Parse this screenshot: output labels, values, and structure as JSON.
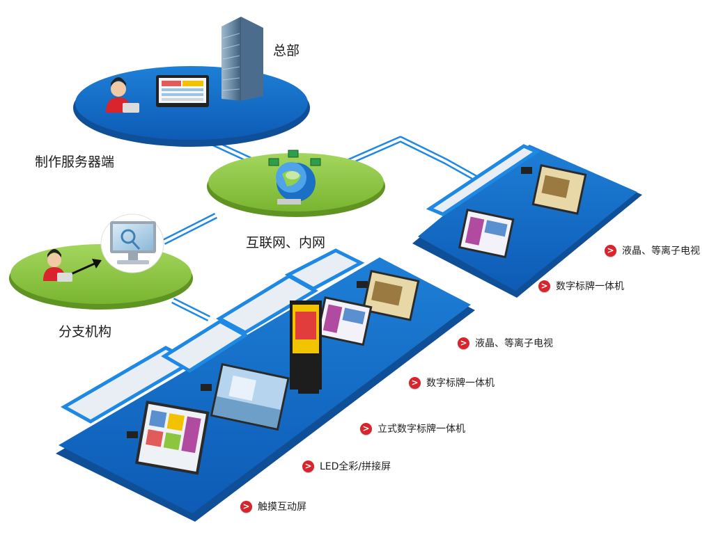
{
  "nodes": {
    "headquarters": "总部",
    "production_server": "制作服务器端",
    "network": "互联网、内网",
    "branch": "分支机构"
  },
  "upper_site_devices": [
    "液晶、等离子电视",
    "数字标牌一体机"
  ],
  "lower_site_devices": [
    "液晶、等离子电视",
    "数字标牌一体机",
    "立式数字标牌一体机",
    "LED全彩/拼接屏",
    "触摸互动屏"
  ],
  "icons": [
    "user-operator-icon",
    "monitor-icon",
    "building-icon",
    "globe-icon",
    "computer-icon",
    "arrow-right-icon"
  ],
  "colors": {
    "blue": "#1565c0",
    "green": "#8cc63f",
    "line": "#1e88e5",
    "accent": "#d8242a"
  }
}
